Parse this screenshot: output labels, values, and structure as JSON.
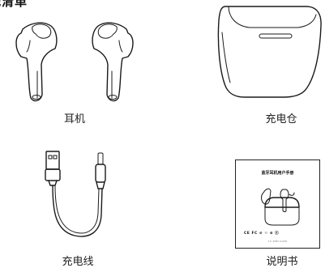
{
  "section": {
    "title": "配清单"
  },
  "items": [
    {
      "caption": "耳机"
    },
    {
      "caption": "充电仓"
    },
    {
      "caption": "充电线"
    },
    {
      "caption": "说明书"
    }
  ],
  "manual": {
    "title": "蓝牙耳机用户手册",
    "marks": "CE FC ⊙ ♲ ⊕ ⓐ",
    "footer": "TX WBT-S00E"
  }
}
